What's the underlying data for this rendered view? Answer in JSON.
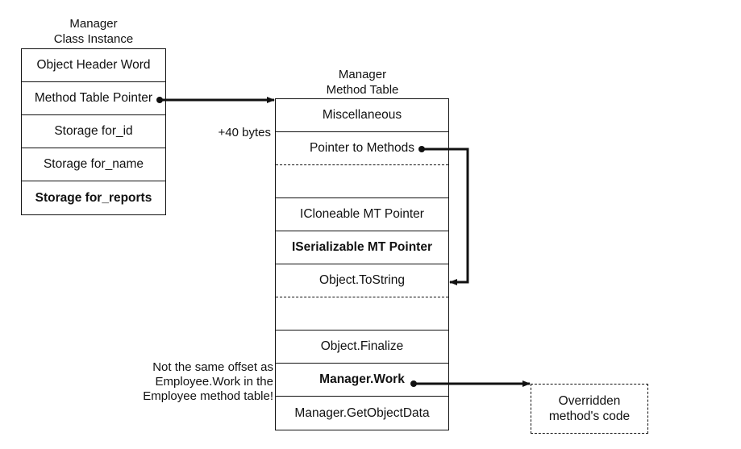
{
  "instance": {
    "title_line1": "Manager",
    "title_line2": "Class Instance",
    "rows": [
      {
        "label": "Object Header Word",
        "bold": false
      },
      {
        "label": "Method Table Pointer",
        "bold": false
      },
      {
        "label": "Storage for_id",
        "bold": false
      },
      {
        "label": "Storage for_name",
        "bold": false
      },
      {
        "label": "Storage for_reports",
        "bold": true
      }
    ]
  },
  "method_table": {
    "title_line1": "Manager",
    "title_line2": "Method Table",
    "offset_label": "+40 bytes",
    "rows": [
      {
        "label": "Miscellaneous",
        "bold": false
      },
      {
        "label": "Pointer to Methods",
        "bold": false
      },
      {
        "label": "",
        "bold": false
      },
      {
        "label": "ICloneable MT Pointer",
        "bold": false
      },
      {
        "label": "ISerializable MT Pointer",
        "bold": true
      },
      {
        "label": "Object.ToString",
        "bold": false
      },
      {
        "label": "",
        "bold": false
      },
      {
        "label": "Object.Finalize",
        "bold": false
      },
      {
        "label": "Manager.Work",
        "bold": true
      },
      {
        "label": "Manager.GetObjectData",
        "bold": false
      }
    ]
  },
  "note": {
    "line1": "Not the same offset as",
    "line2": "Employee.Work in the",
    "line3": "Employee method table!"
  },
  "override_box": {
    "line1": "Overridden",
    "line2": "method's code"
  }
}
